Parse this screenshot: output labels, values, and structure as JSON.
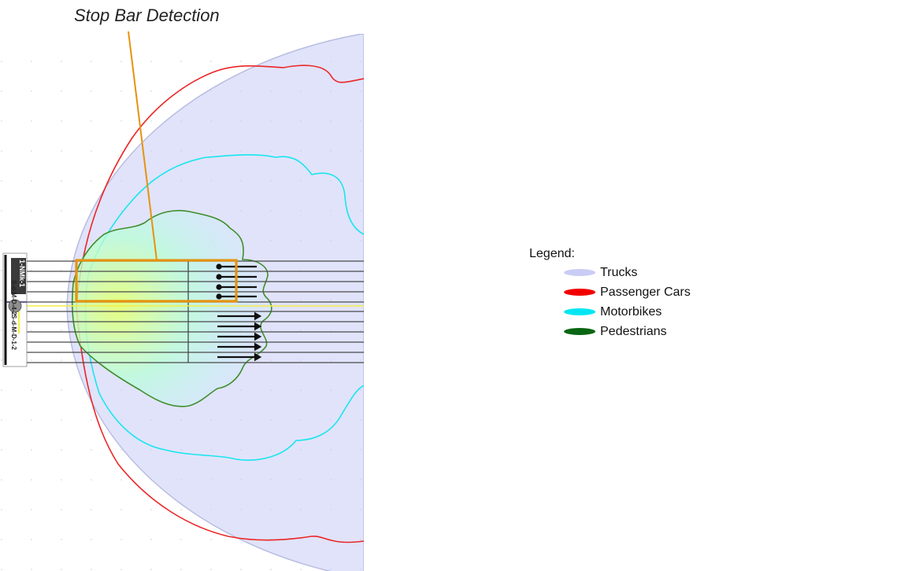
{
  "annotation": {
    "label": "Stop Bar Detection",
    "color": "#e6920f"
  },
  "signal_head": {
    "labels": [
      "S-d-M-D-4-2",
      "1-NMk-1",
      "S-d-M-D-1-2"
    ]
  },
  "legend": {
    "title": "Legend:",
    "items": [
      {
        "label": "Trucks",
        "color": "#c9ccf5"
      },
      {
        "label": "Passenger Cars",
        "color": "#f20000"
      },
      {
        "label": "Motorbikes",
        "color": "#00e6f2"
      },
      {
        "label": "Pedestrians",
        "color": "#0a6612"
      }
    ]
  }
}
